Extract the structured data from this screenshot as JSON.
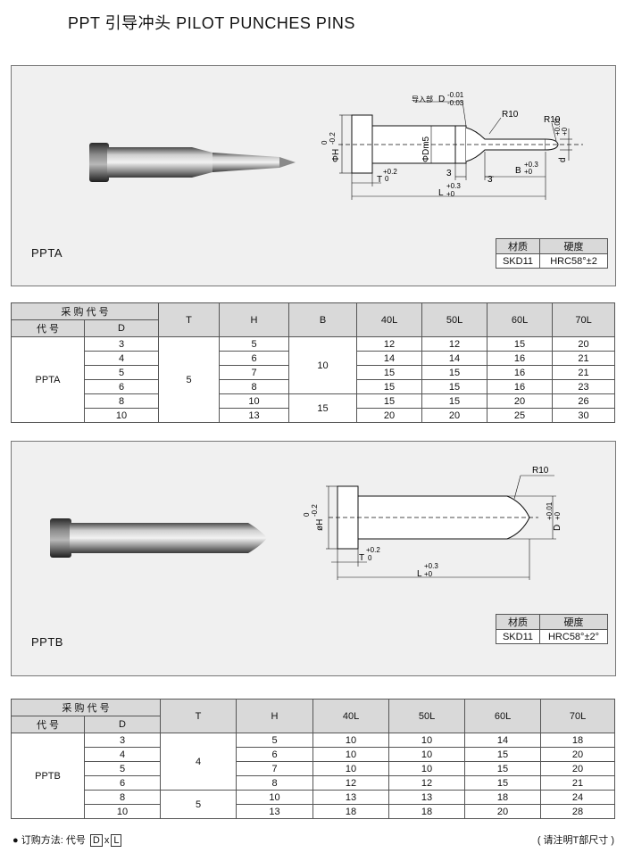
{
  "page_title": "PPT 引导冲头  PILOT  PUNCHES PINS",
  "pptA": {
    "label": "PPTA",
    "material": {
      "h1": "材质",
      "h2": "硬度",
      "v1": "SKD11",
      "v2": "HRC58°±2"
    },
    "dims": {
      "guide": "导入部",
      "guide_d": "D",
      "guide_tol_up": "-0.01",
      "guide_tol_dn": "-0.03",
      "r10a": "R10",
      "r10b": "R10",
      "d_tol_up": "+0.01",
      "d_tol_dn": "+0",
      "d": "d",
      "phiH": "ΦH",
      "h_tol_up": "0",
      "h_tol_dn": "-0.2",
      "phiD": "ΦDm5",
      "three_a": "3",
      "three_b": "3",
      "t": "T",
      "t_tol_up": "+0.2",
      "t_tol_dn": "0",
      "b": "B",
      "b_tol_up": "+0.3",
      "b_tol_dn": "+0",
      "l": "L",
      "l_tol_up": "+0.3",
      "l_tol_dn": "+0"
    }
  },
  "tableA": {
    "group": "采 购 代 号",
    "code": "代 号",
    "d": "D",
    "cols": [
      "T",
      "H",
      "B",
      "40L",
      "50L",
      "60L",
      "70L"
    ],
    "name": "PPTA",
    "t": "5",
    "b_group1": "10",
    "b_group2": "15",
    "rows": [
      {
        "d": "3",
        "h": "5",
        "v": [
          "12",
          "12",
          "15",
          "20"
        ]
      },
      {
        "d": "4",
        "h": "6",
        "v": [
          "14",
          "14",
          "16",
          "21"
        ]
      },
      {
        "d": "5",
        "h": "7",
        "v": [
          "15",
          "15",
          "16",
          "21"
        ]
      },
      {
        "d": "6",
        "h": "8",
        "v": [
          "15",
          "15",
          "16",
          "23"
        ]
      },
      {
        "d": "8",
        "h": "10",
        "v": [
          "15",
          "15",
          "20",
          "26"
        ]
      },
      {
        "d": "10",
        "h": "13",
        "v": [
          "20",
          "20",
          "25",
          "30"
        ]
      }
    ]
  },
  "pptB": {
    "label": "PPTB",
    "material": {
      "h1": "材质",
      "h2": "硬度",
      "v1": "SKD11",
      "v2": "HRC58°±2°"
    },
    "dims": {
      "r10": "R10",
      "phiH": "øH",
      "h_tol_up": "0",
      "h_tol_dn": "-0.2",
      "d": "D",
      "d_tol_up": "+0.01",
      "d_tol_dn": "+0",
      "t": "T",
      "t_tol_up": "+0.2",
      "t_tol_dn": "0",
      "l": "L",
      "l_tol_up": "+0.3",
      "l_tol_dn": "+0"
    }
  },
  "tableB": {
    "group": "采 购 代 号",
    "code": "代 号",
    "d": "D",
    "cols": [
      "T",
      "H",
      "40L",
      "50L",
      "60L",
      "70L"
    ],
    "name": "PPTB",
    "t_group1": "4",
    "t_group2": "5",
    "rows": [
      {
        "d": "3",
        "h": "5",
        "v": [
          "10",
          "10",
          "14",
          "18"
        ]
      },
      {
        "d": "4",
        "h": "6",
        "v": [
          "10",
          "10",
          "15",
          "20"
        ]
      },
      {
        "d": "5",
        "h": "7",
        "v": [
          "10",
          "10",
          "15",
          "20"
        ]
      },
      {
        "d": "6",
        "h": "8",
        "v": [
          "12",
          "12",
          "15",
          "21"
        ]
      },
      {
        "d": "8",
        "h": "10",
        "v": [
          "13",
          "13",
          "18",
          "24"
        ]
      },
      {
        "d": "10",
        "h": "13",
        "v": [
          "18",
          "18",
          "20",
          "28"
        ]
      }
    ]
  },
  "footer": {
    "bullet": "●",
    "order_label": "订购方法: 代号",
    "box_d": "D",
    "x": "x",
    "box_l": "L",
    "note": "( 请注明T部尺寸 )"
  }
}
